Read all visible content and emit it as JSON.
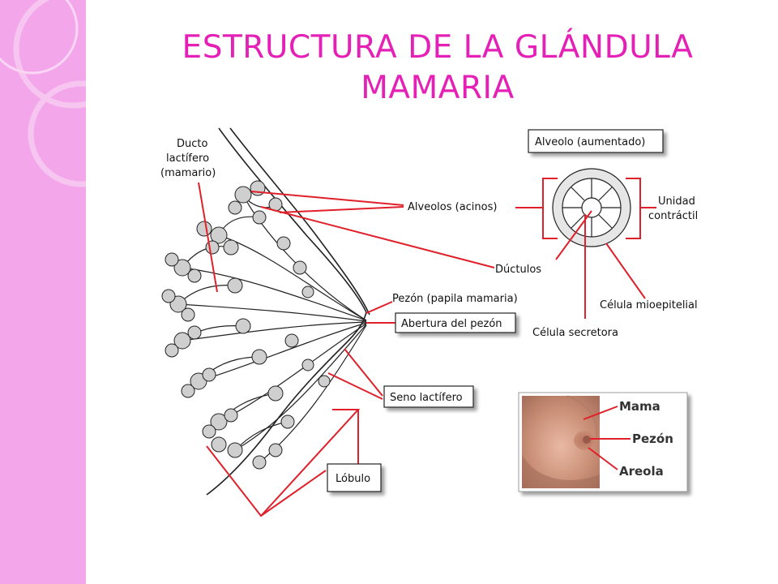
{
  "title": {
    "line1": "ESTRUCTURA DE LA GLÁNDULA",
    "line2": "MAMARIA"
  },
  "labels": {
    "ducto_line1": "Ducto",
    "ducto_line2": "lactífero",
    "ducto_line3": "(mamario)",
    "alveolos": "Alveolos (acinos)",
    "ductulos": "Dúctulos",
    "pezon_papila": "Pezón (papila mamaria)",
    "abertura": "Abertura del pezón",
    "seno": "Seno lactífero",
    "lobulo": "Lóbulo",
    "alveolo_aumentado": "Alveolo (aumentado)",
    "unidad_line1": "Unidad",
    "unidad_line2": "contráctil",
    "celula_mioepitelial": "Célula mioepitelial",
    "celula_secretora": "Célula secretora"
  },
  "photo_labels": {
    "mama": "Mama",
    "pezon": "Pezón",
    "areola": "Areola"
  },
  "colors": {
    "title": "#e520b6",
    "sidebar": "#f3a7ea",
    "leader": "#e0202a"
  }
}
